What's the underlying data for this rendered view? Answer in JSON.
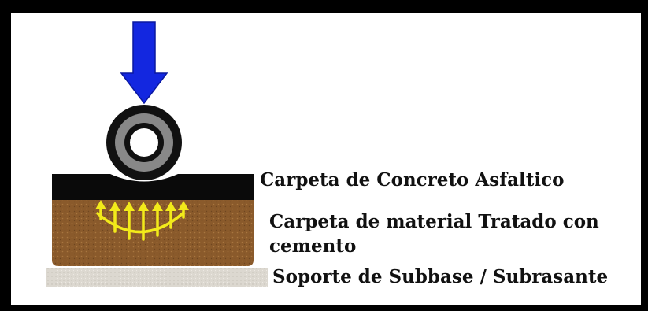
{
  "labels": {
    "asphalt_layer": "Carpeta de Concreto Asfaltico",
    "treated_layer_line1": "Carpeta de material Tratado con",
    "treated_layer_line2": "cemento",
    "subbase_layer": "Soporte de Subbase / Subrasante"
  },
  "colors": {
    "frame": "#000000",
    "background": "#ffffff",
    "load_arrow": "#1327e0",
    "tire_outer": "#111111",
    "tire_band": "#888888",
    "asphalt": "#0a0a0a",
    "treated_base": "#8a5a2b",
    "stress_arrows": "#f2ea1a",
    "subbase": "#d8d4cc"
  },
  "icons": {
    "load": "down-arrow-icon",
    "wheel": "tire-icon",
    "stress": "up-arrows-icon"
  }
}
